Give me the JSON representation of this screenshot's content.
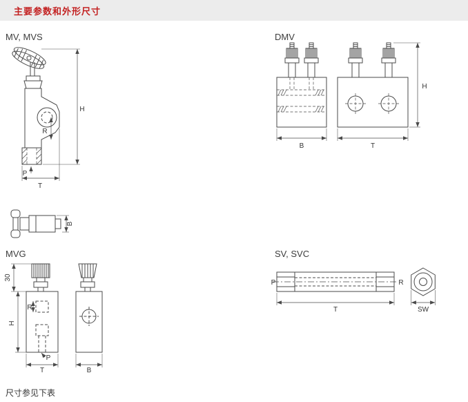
{
  "colors": {
    "accent_red": "#c32222",
    "header_bg": "#ececec",
    "line": "#4a4a4a"
  },
  "header": {
    "title": "主要参数和外形尺寸"
  },
  "footer": {
    "note": "尺寸参见下表"
  },
  "figures": {
    "mv": {
      "label": "MV, MVS",
      "dim_h": "H",
      "dim_r": "R",
      "dim_p": "P",
      "dim_t": "T"
    },
    "mv_side": {
      "dim_b": "B"
    },
    "dmv": {
      "label": "DMV",
      "dim_b": "B",
      "dim_t": "T",
      "dim_h": "H"
    },
    "mvg": {
      "label": "MVG",
      "dim_30": "30",
      "dim_h": "H",
      "dim_r": "R",
      "dim_p": "P",
      "dim_t": "T",
      "dim_b": "B"
    },
    "sv": {
      "label": "SV, SVC",
      "dim_p": "P",
      "dim_r": "R",
      "dim_t": "T",
      "dim_sw": "SW"
    }
  }
}
